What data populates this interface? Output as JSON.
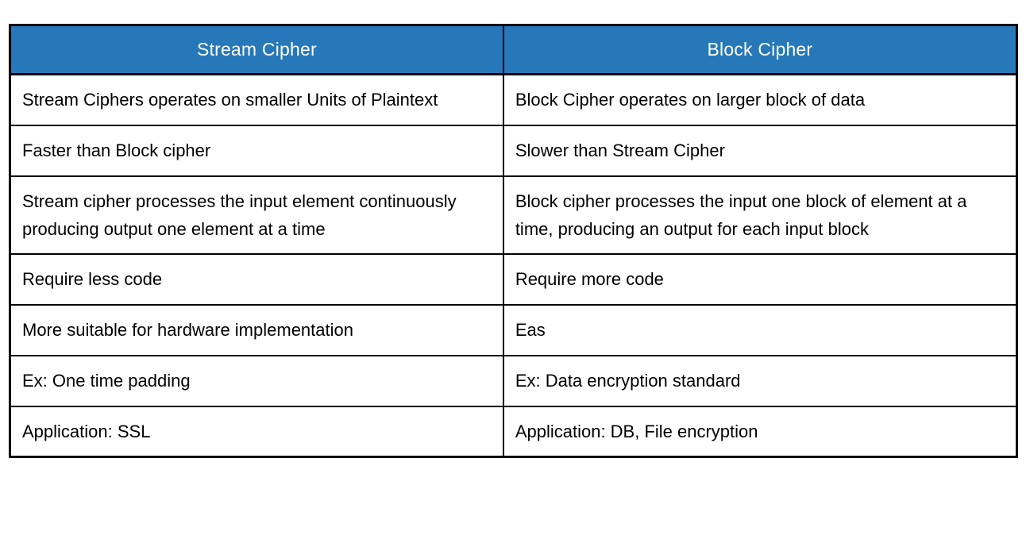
{
  "accent_color": "#2778b9",
  "border_color": "#000000",
  "table": {
    "headers": [
      {
        "label": "Stream Cipher"
      },
      {
        "label": "Block Cipher"
      }
    ],
    "rows": [
      {
        "stream": "Stream Ciphers operates on smaller Units of Plaintext",
        "block": "Block Cipher operates on larger block of data"
      },
      {
        "stream": "Faster than Block cipher",
        "block": "Slower than Stream Cipher"
      },
      {
        "stream": "Stream cipher processes the input element continuously producing output one element at a time",
        "block": "Block cipher processes the input one block of element at a time, producing an output for each input block"
      },
      {
        "stream": "Require less code",
        "block": "Require more code"
      },
      {
        "stream": "More suitable for hardware implementation",
        "block": "Eas"
      },
      {
        "stream": "Ex: One time padding",
        "block": "Ex: Data encryption standard"
      },
      {
        "stream": "Application: SSL",
        "block": "Application: DB, File encryption"
      }
    ]
  }
}
